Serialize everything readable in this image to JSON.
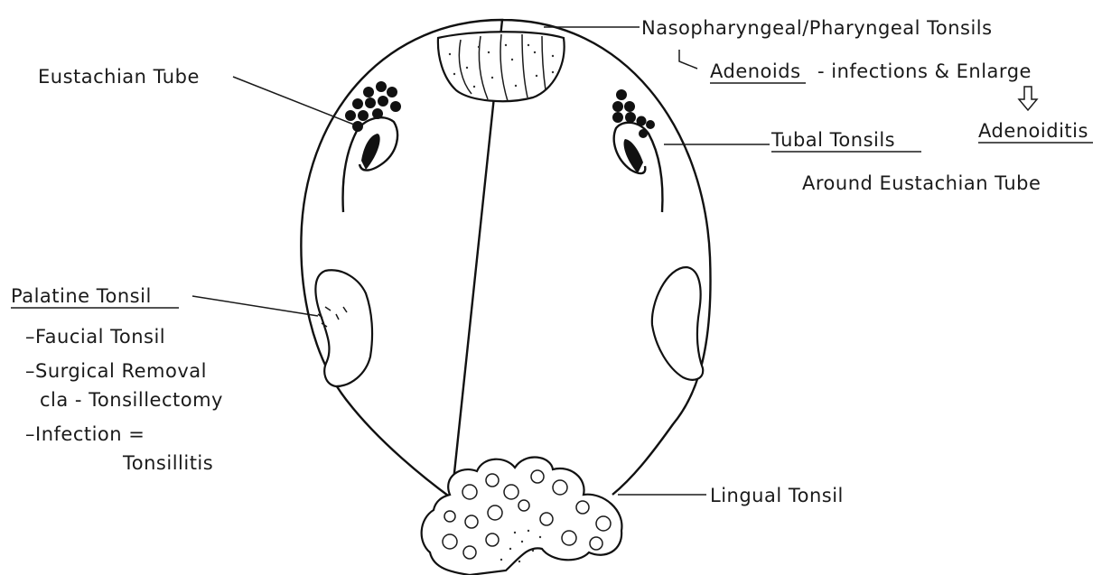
{
  "labels": {
    "eustachian_tube": "Eustachian Tube",
    "nasopharyngeal": "Nasopharyngeal/Pharyngeal Tonsils",
    "adenoids": "Adenoids",
    "adenoids_note": "- infections & Enlarge",
    "adenoiditis": "Adenoiditis",
    "tubal_tonsils": "Tubal Tonsils",
    "tubal_note": "Around Eustachian Tube",
    "palatine_tonsil": "Palatine Tonsil",
    "faucial": "–Faucial Tonsil",
    "surgical": "–Surgical Removal",
    "cla": "cla - Tonsillectomy",
    "infection": "–Infection =",
    "tonsillitis": "Tonsillitis",
    "lingual_tonsil": "Lingual Tonsil"
  },
  "icons": {
    "arrow": "hollow-down-arrow-icon"
  }
}
